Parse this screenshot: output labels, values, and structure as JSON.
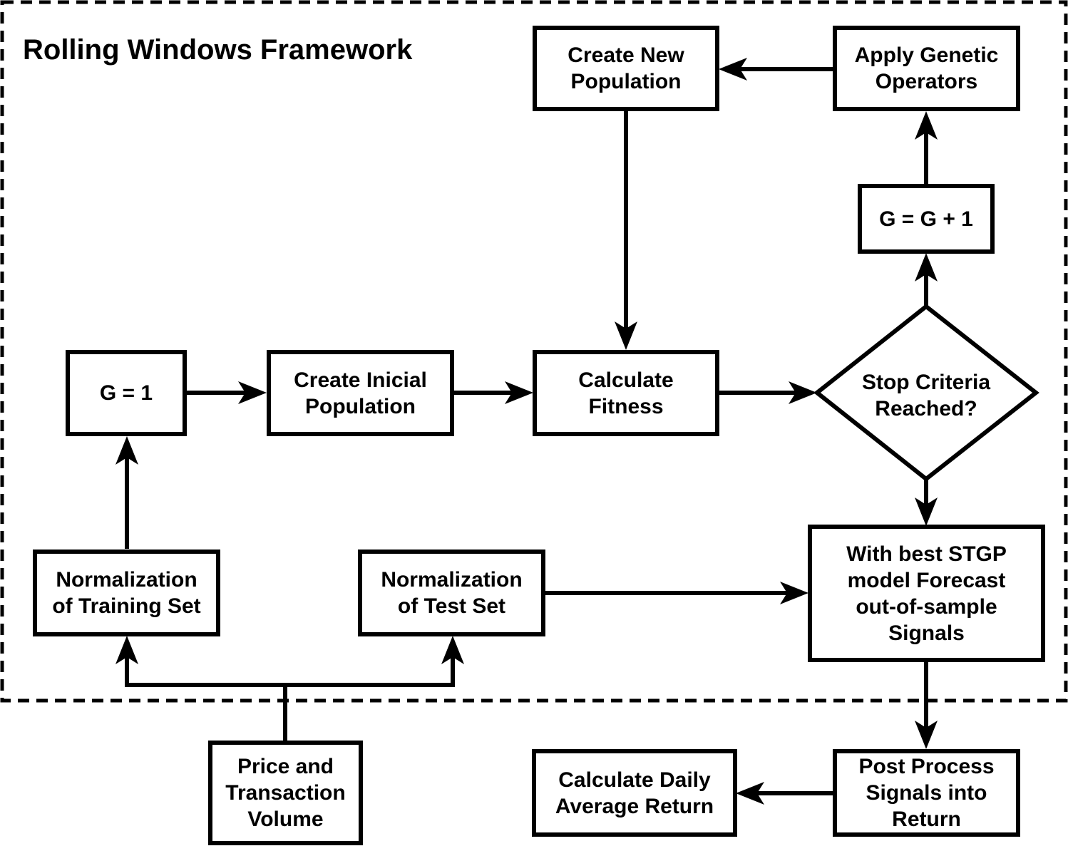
{
  "frame": {
    "title": "Rolling Windows Framework"
  },
  "nodes": {
    "create_new_population": "Create New\nPopulation",
    "apply_genetic_operators": "Apply Genetic\nOperators",
    "g_increment": "G = G + 1",
    "g_init": "G = 1",
    "create_initial_population": "Create Inicial\nPopulation",
    "calculate_fitness": "Calculate\nFitness",
    "stop_criteria": "Stop Criteria\nReached?",
    "normalization_training": "Normalization\nof Training Set",
    "normalization_test": "Normalization\nof Test Set",
    "forecast_signals": "With best STGP\nmodel Forecast\nout-of-sample\nSignals",
    "price_volume": "Price and\nTransaction\nVolume",
    "calculate_daily_return": "Calculate Daily\nAverage Return",
    "post_process": "Post Process\nSignals into\nReturn"
  }
}
